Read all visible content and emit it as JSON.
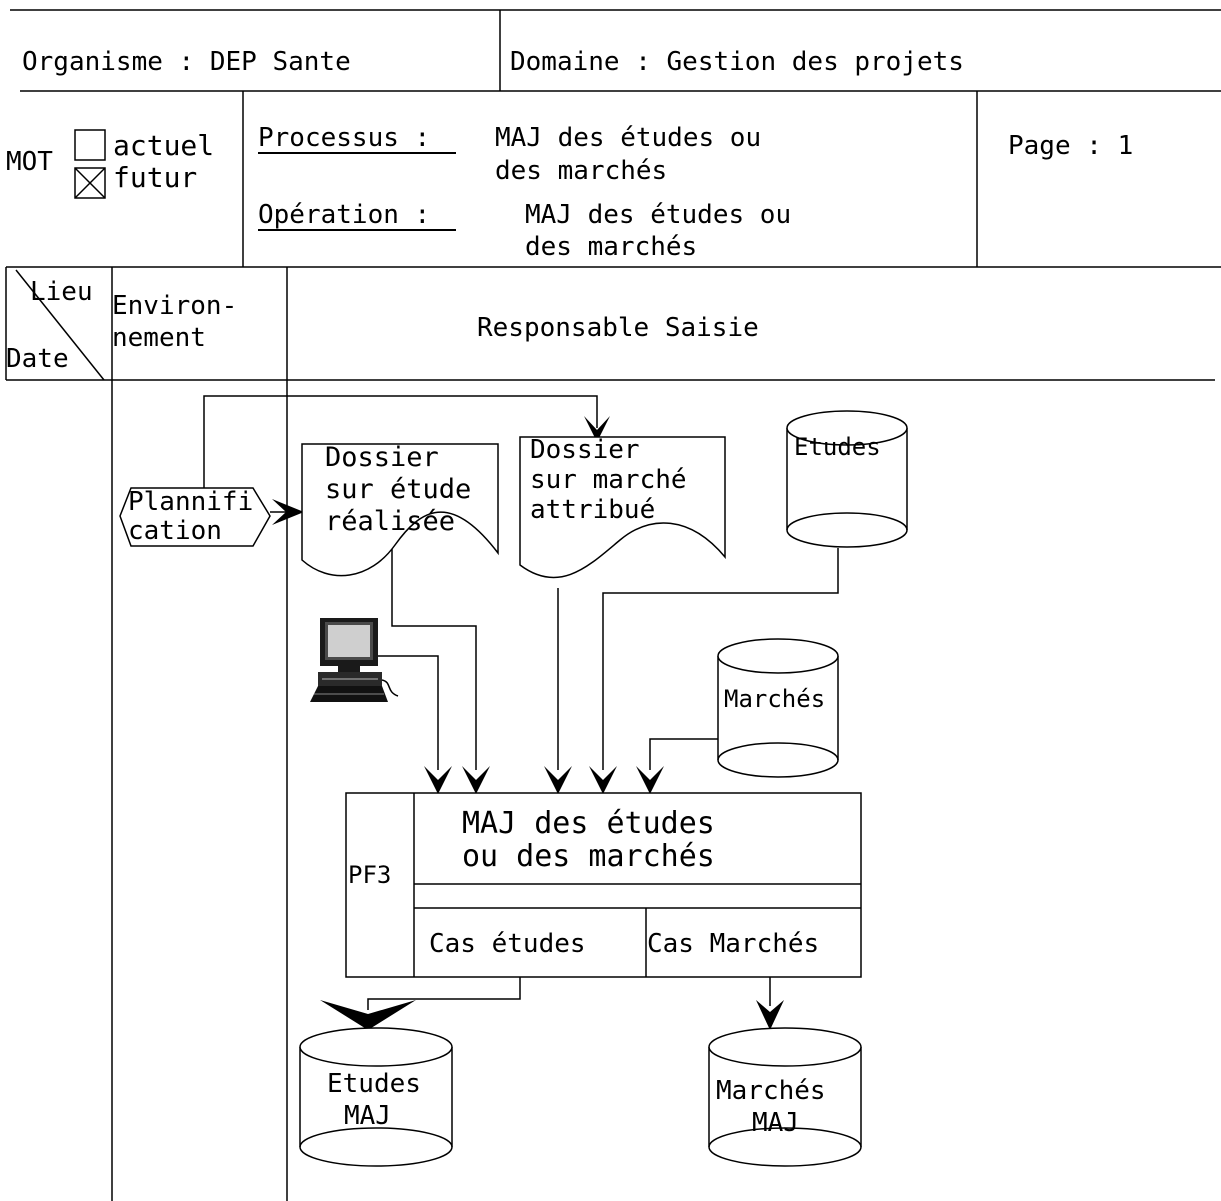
{
  "header": {
    "organisme": "Organisme : DEP Sante",
    "domaine": "Domaine : Gestion des projets",
    "mot_label": "MOT",
    "mot_actuel": "actuel",
    "mot_futur": "futur",
    "processus_label": "Processus :",
    "processus_value_line1": "MAJ des études ou",
    "processus_value_line2": "des marchés",
    "operation_label": "Opération :",
    "operation_value_line1": "MAJ des études ou",
    "operation_value_line2": "des marchés",
    "page": "Page : 1"
  },
  "columns": {
    "lieu": "Lieu",
    "date": "Date",
    "environnement_line1": "Environ-",
    "environnement_line2": "nement",
    "responsable": "Responsable Saisie"
  },
  "event": {
    "line1": "Plannifi",
    "line2": "cation"
  },
  "documents": [
    {
      "line1": "Dossier",
      "line2": "sur étude",
      "line3": "réalisée"
    },
    {
      "line1": "Dossier",
      "line2": "sur marché",
      "line3": "attribué"
    }
  ],
  "stores": {
    "etudes": "Etudes",
    "marches": "Marchés",
    "etudes_maj_line1": "Etudes",
    "etudes_maj_line2": "MAJ",
    "marches_maj_line1": "Marchés",
    "marches_maj_line2": "MAJ"
  },
  "procedure": {
    "code": "PF3",
    "title_line1": "MAJ des études",
    "title_line2": "ou des marchés",
    "case_left": "Cas études",
    "case_right": "Cas Marchés"
  },
  "icons": {
    "computer": "computer-icon",
    "checkbox_empty": "checkbox-empty-icon",
    "checkbox_checked": "checkbox-checked-icon"
  }
}
